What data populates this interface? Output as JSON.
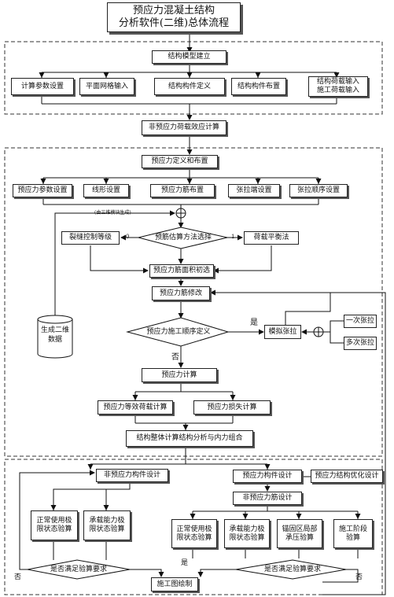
{
  "title": "预应力混凝土结构\n分析软件(二维)总体流程",
  "section1": {
    "main": "结构模型建立",
    "items": [
      "计算参数设置",
      "平面网格输入",
      "结构构件定义",
      "结构构件布置",
      "结构荷载输入\n施工荷载输入"
    ]
  },
  "non_prestress_calc": "非预应力荷载效应计算",
  "section2": {
    "main": "预应力定义和布置",
    "items": [
      "预应力参数设置",
      "线形设置",
      "预应力筋布置",
      "张拉端设置",
      "张拉顺序设置"
    ],
    "from_3d_note": "(由三维模块生成)",
    "crack_control": "裂缝控制等级",
    "method_select": "预筋估算方法选择",
    "load_balance": "荷载平衡法",
    "branch_left": "0",
    "branch_right": "1",
    "initial_area": "预应力筋面积初选",
    "modify": "预应力筋修改",
    "generate_2d": "生成二维数据",
    "construction_order": "预应力施工顺序定义",
    "yes": "是",
    "no": "否",
    "simulate_tension": "模拟张拉",
    "single_tension": "一次张拉",
    "multi_tension": "多次张拉",
    "prestress_calc": "预应力计算",
    "equivalent_load": "预应力等效荷载计算",
    "loss_calc": "预应力损失计算",
    "overall_calc": "结构整体计算结构分析与内力组合"
  },
  "section3": {
    "non_prestress_design": "非预应力构件设计",
    "prestress_design": "预应力构件设计",
    "optimization": "预应力结构优化设计",
    "non_prestress_rebar": "非预应力筋设计",
    "left_checks": [
      "正常使用极\n限状态验算",
      "承载能力极\n限状态验算"
    ],
    "right_checks": [
      "正常使用极\n限状态验算",
      "承载能力极\n限状态验算",
      "锚固区局部\n承压验算",
      "施工阶段\n验算"
    ],
    "check_left": "是否满足验算要求",
    "check_right": "是否满足验算要求",
    "yes": "是",
    "no_left": "否",
    "no_right": "否",
    "drawing": "施工图绘制"
  }
}
